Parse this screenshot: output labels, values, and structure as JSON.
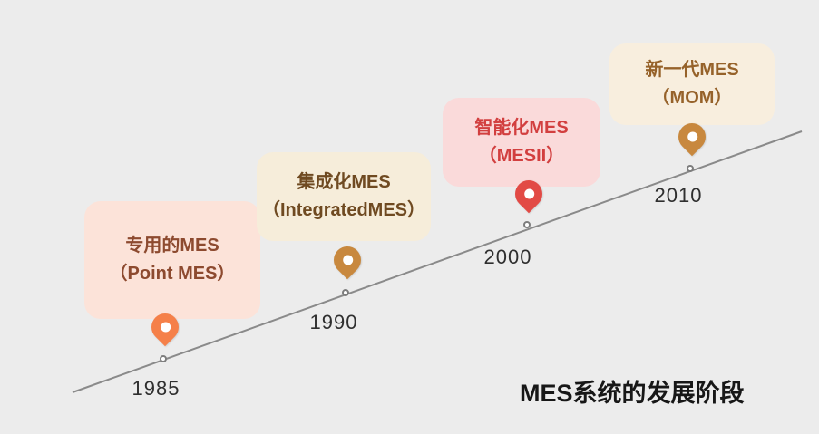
{
  "title": "MES系统的发展阶段",
  "background_color": "#ececec",
  "line_color": "#8a8a8a",
  "year_color": "#2f2f2f",
  "milestones": [
    {
      "year": "1985",
      "line1": "专用的MES",
      "line2": "（Point MES）",
      "card_bg": "#fce3d9",
      "text_color": "#8d4a2f",
      "pin_color": "#f58049"
    },
    {
      "year": "1990",
      "line1": "集成化MES",
      "line2": "（IntegratedMES）",
      "card_bg": "#f6edda",
      "text_color": "#6f4a21",
      "pin_color": "#c8883e"
    },
    {
      "year": "2000",
      "line1": "智能化MES",
      "line2": "（MESII）",
      "card_bg": "#fadada",
      "text_color": "#d23f3f",
      "pin_color": "#e24a45"
    },
    {
      "year": "2010",
      "line1": "新一代MES",
      "line2": "（MOM）",
      "card_bg": "#f8eede",
      "text_color": "#96622a",
      "pin_color": "#c8883e"
    }
  ]
}
